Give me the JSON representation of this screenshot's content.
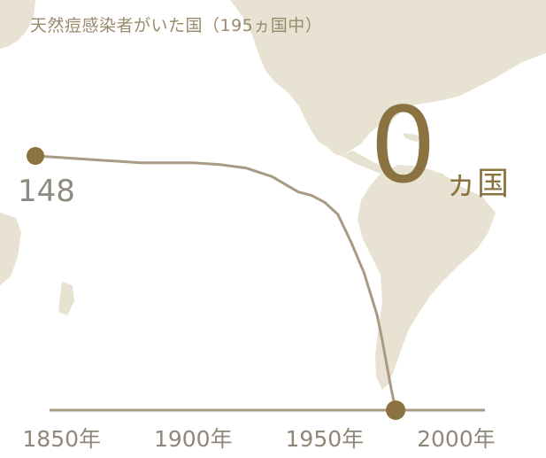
{
  "title": "天然痘感染者がいた国（195ヵ国中）",
  "highlight": {
    "value": "0",
    "unit": "ヵ国"
  },
  "colors": {
    "line": "#a89a84",
    "marker": "#8b7241",
    "map": "#e8e2d2",
    "title": "#9a8a6c",
    "axis_text": "#8e877a"
  },
  "chart_data": {
    "type": "line",
    "title": "天然痘感染者がいた国（195ヵ国中）",
    "x_tick_labels": [
      "1850年",
      "1900年",
      "1950年",
      "2000年"
    ],
    "x_ticks": [
      1850,
      1900,
      1950,
      2000
    ],
    "xlim": [
      1840,
      2015
    ],
    "ylim": [
      0,
      148
    ],
    "start_label": "148",
    "end_label": "0ヵ国",
    "series": [
      {
        "x": [
          1840,
          1850,
          1860,
          1870,
          1880,
          1890,
          1900,
          1910,
          1920,
          1930,
          1940,
          1945,
          1950,
          1955,
          1960,
          1965,
          1970,
          1972,
          1975,
          1977
        ],
        "y": [
          148,
          147,
          146,
          145,
          144,
          144,
          144,
          143,
          141,
          136,
          127,
          125,
          121,
          114,
          98,
          80,
          55,
          40,
          15,
          0
        ]
      }
    ]
  }
}
